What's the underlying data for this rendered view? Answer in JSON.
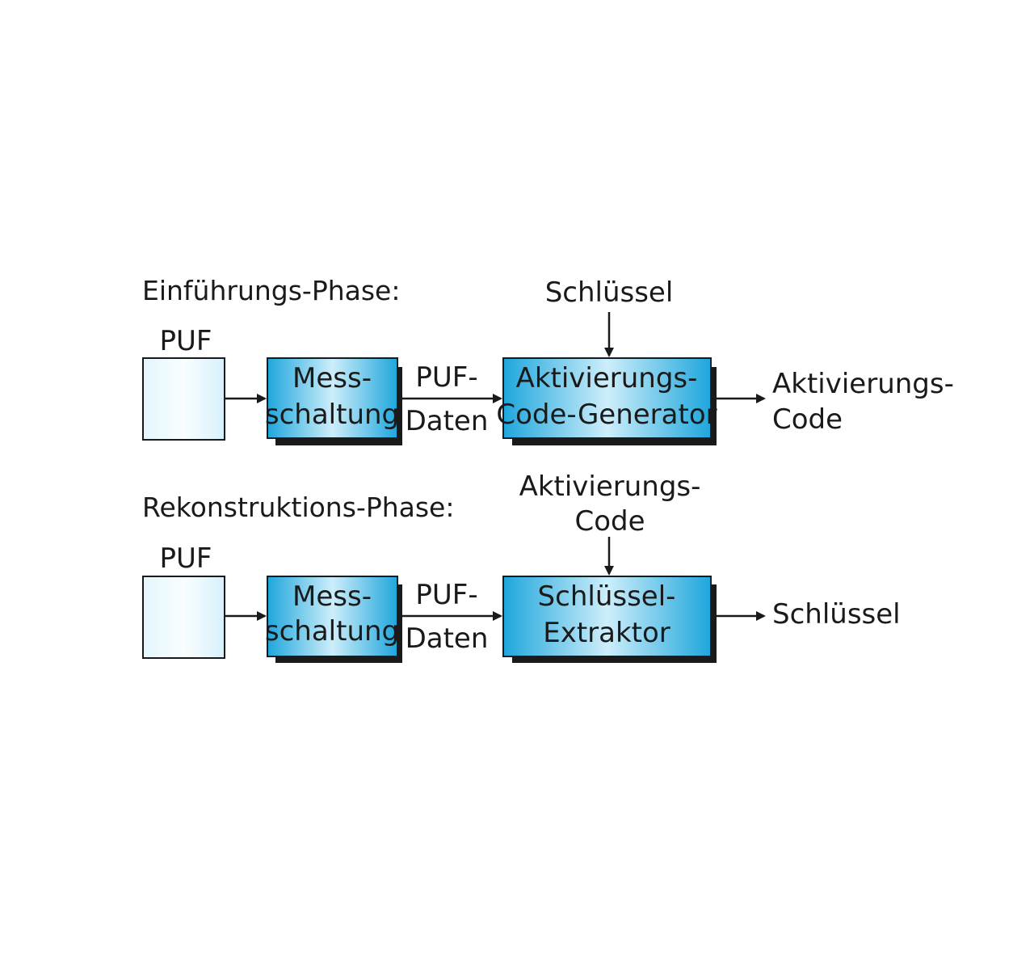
{
  "phases": [
    {
      "id": "enrollment",
      "title": "Einführungs-Phase:",
      "puf_label": "PUF",
      "measure_lines": [
        "Mess-",
        "schaltung"
      ],
      "link_lines": [
        "PUF-",
        "Daten"
      ],
      "top_input_lines": [
        "Schlüssel"
      ],
      "processor_lines": [
        "Aktivierungs-",
        "Code-Generator"
      ],
      "output_lines": [
        "Aktivierungs-",
        "Code"
      ]
    },
    {
      "id": "reconstruction",
      "title": "Rekonstruktions-Phase:",
      "puf_label": "PUF",
      "measure_lines": [
        "Mess-",
        "schaltung"
      ],
      "link_lines": [
        "PUF-",
        "Daten"
      ],
      "top_input_lines": [
        "Aktivierungs-",
        "Code"
      ],
      "processor_lines": [
        "Schlüssel-",
        "Extraktor"
      ],
      "output_lines": [
        "Schlüssel"
      ]
    }
  ],
  "colors": {
    "box_gradient_light": "#cdeefa",
    "box_gradient_dark": "#1fa6dc",
    "puf_gradient_light": "#e4f6fd",
    "puf_gradient_dark": "#f9feff",
    "shadow": "#1a1a1a",
    "stroke": "#1a1a1a"
  }
}
